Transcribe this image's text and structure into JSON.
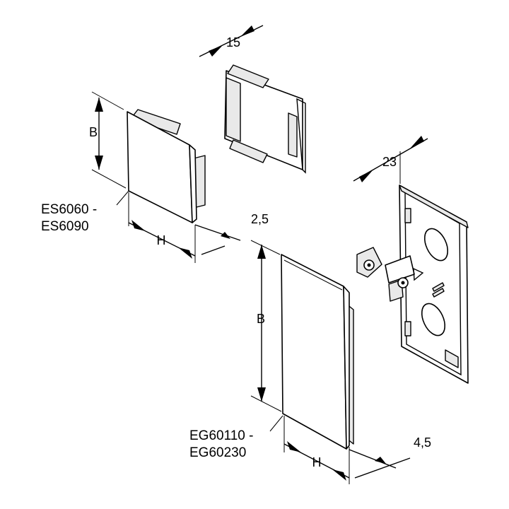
{
  "labels": {
    "small_cap": [
      "ES6060 -",
      "ES6090"
    ],
    "large_cap": [
      "EG60110 -",
      "EG60230"
    ]
  },
  "dimensions": {
    "small_height": "B",
    "small_width": "H",
    "small_thickness": "2,5",
    "inner_depth": "15",
    "large_height": "B",
    "large_width": "H",
    "large_thickness": "4,5",
    "flange_depth": "23"
  }
}
